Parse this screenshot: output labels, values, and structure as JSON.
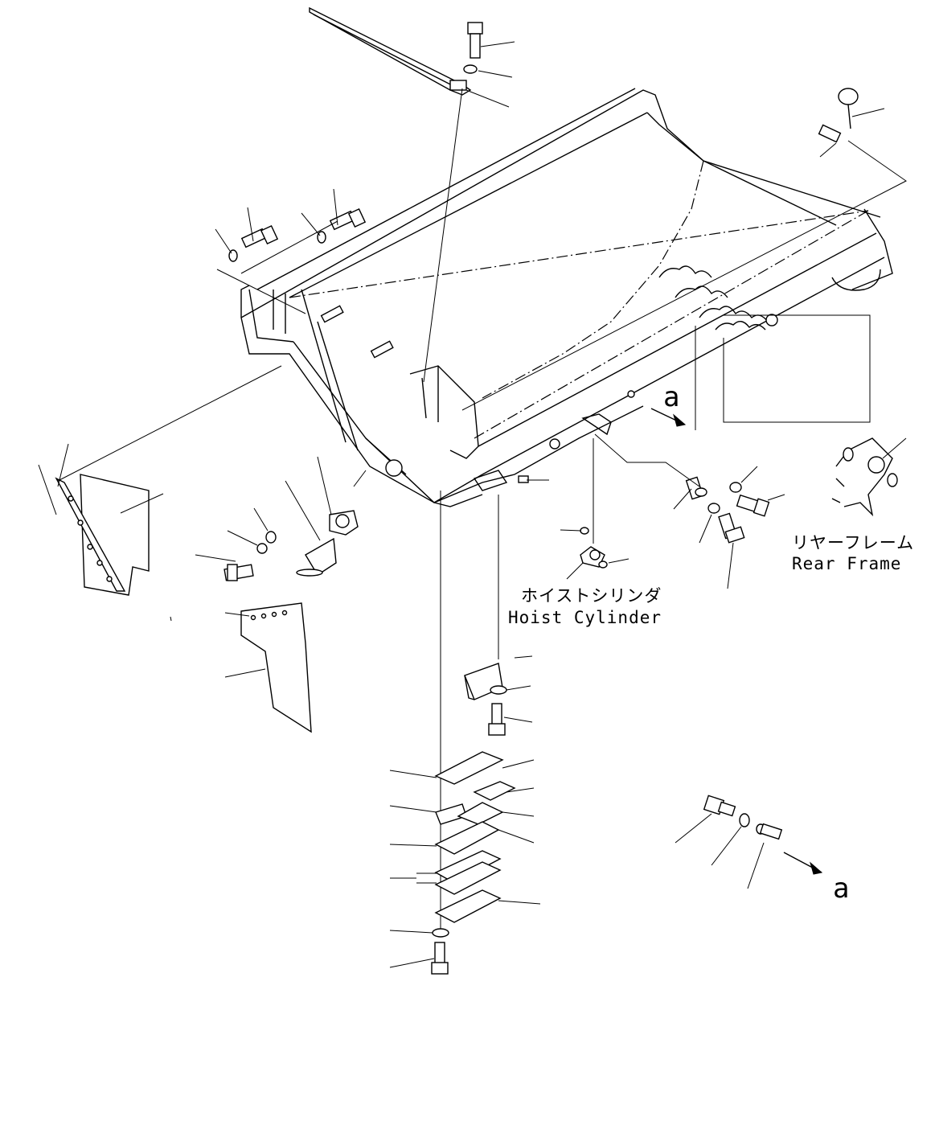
{
  "labels": {
    "rear_frame_jp": "リヤーフレーム",
    "rear_frame_en": "Rear Frame",
    "hoist_cylinder_jp": "ホイストシリンダ",
    "hoist_cylinder_en": "Hoist Cylinder",
    "ref_a_top": "a",
    "ref_a_bottom": "a"
  }
}
